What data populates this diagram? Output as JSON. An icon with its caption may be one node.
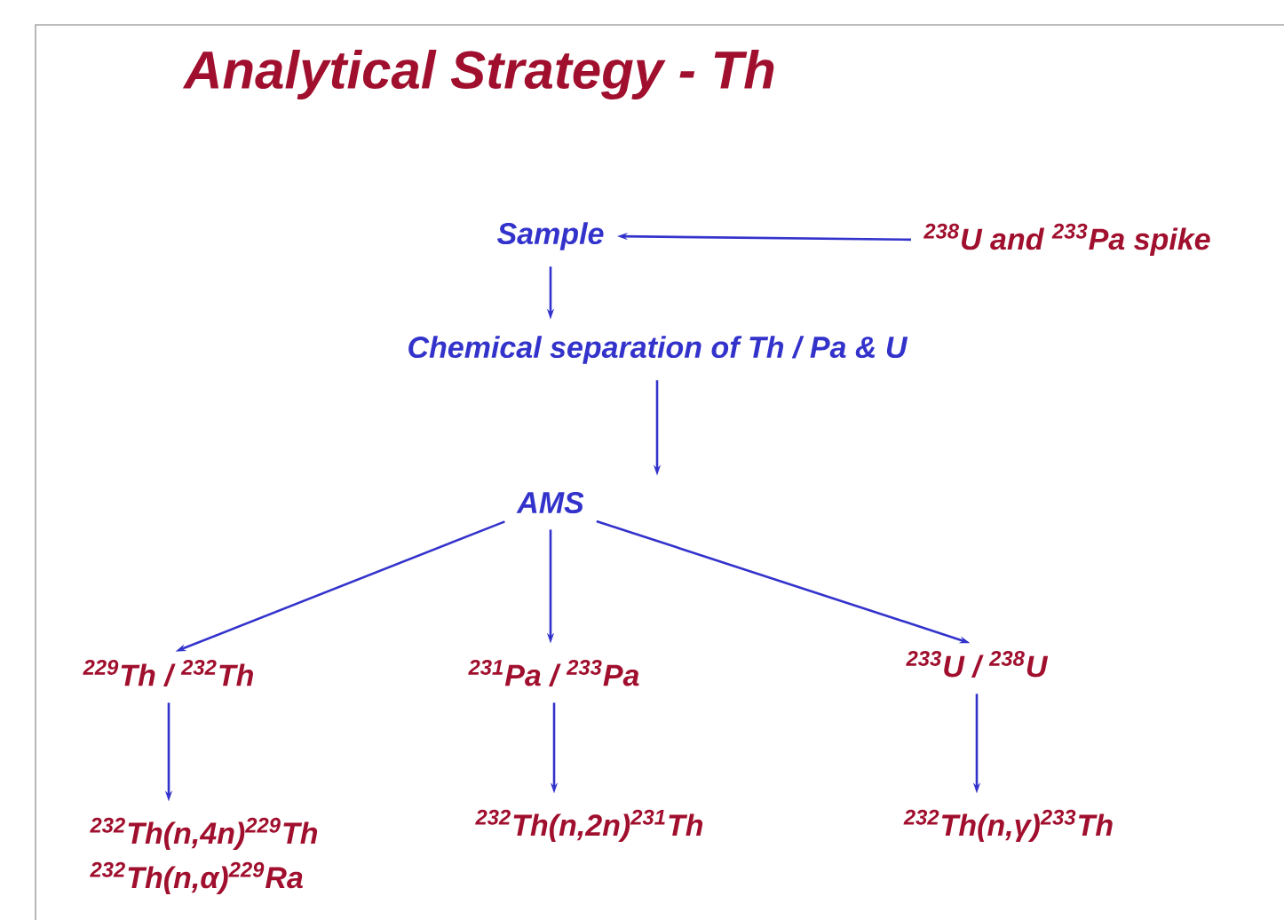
{
  "diagram": {
    "title": "Analytical Strategy - Th",
    "nodes": [
      {
        "text": [
          "Sample"
        ]
      },
      {
        "text": [
          "$^{238}$U and $^{233}$Pa spike"
        ]
      },
      {
        "text": [
          "Chemical separation of Th / Pa & U"
        ]
      },
      {
        "text": [
          "AMS"
        ]
      },
      {
        "text": [
          "$^{229}$Th / $^{232}$Th"
        ]
      },
      {
        "text": [
          "$^{231}$Pa / $^{233}$Pa"
        ]
      },
      {
        "text": [
          "$^{233}$U  / $^{238}$U"
        ]
      },
      {
        "text": [
          "$^{232}$Th(n,4n)$^{229}$Th",
          "$^{232}$Th(n,α)$^{229}$Ra"
        ]
      },
      {
        "text": [
          "$^{232}$Th(n,2n)$^{231}$Th"
        ]
      },
      {
        "text": [
          "$^{232}$Th(n,γ)$^{233}$Th"
        ]
      }
    ],
    "edges": [
      {
        "from": 1,
        "to": 0,
        "arrow": "to"
      },
      {
        "from": 0,
        "to": 2,
        "arrow": "to"
      },
      {
        "from": 2,
        "to": 3,
        "arrow": "to"
      },
      {
        "from": 3,
        "to": 4,
        "arrow": "to"
      },
      {
        "from": 3,
        "to": 5,
        "arrow": "to"
      },
      {
        "from": 3,
        "to": 6,
        "arrow": "to"
      },
      {
        "from": 4,
        "to": 7,
        "arrow": "to"
      },
      {
        "from": 5,
        "to": 8,
        "arrow": "to"
      },
      {
        "from": 6,
        "to": 9,
        "arrow": "to"
      }
    ]
  }
}
